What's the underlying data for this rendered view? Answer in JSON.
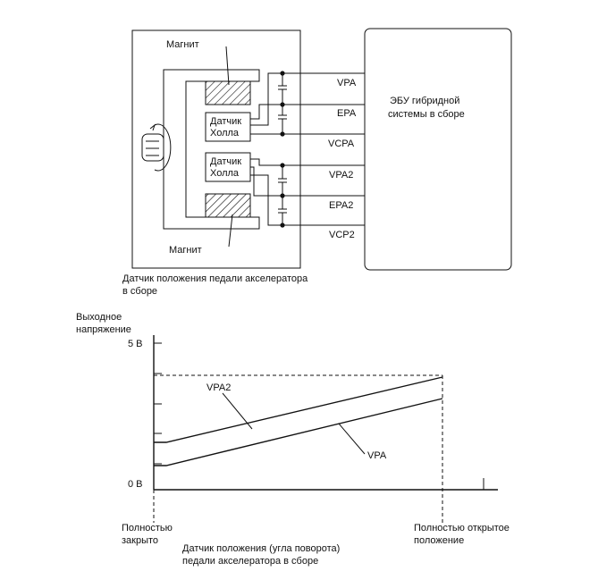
{
  "schematic": {
    "magnet_top": "Магнит",
    "magnet_bottom": "Магнит",
    "hall_sensor_1": [
      "Датчик",
      "Холла"
    ],
    "hall_sensor_2": [
      "Датчик",
      "Холла"
    ],
    "signals": [
      "VPA",
      "EPA",
      "VCPA",
      "VPA2",
      "EPA2",
      "VCP2"
    ],
    "ecu_label": [
      "ЭБУ гибридной",
      "системы в сборе"
    ],
    "assembly_caption": [
      "Датчик положения педали акселератора",
      "в сборе"
    ]
  },
  "graph": {
    "y_axis_title": [
      "Выходное",
      "напряжение"
    ],
    "y_max_label": "5 В",
    "y_zero_label": "0 В",
    "curve_upper_label": "VPA2",
    "curve_lower_label": "VPA",
    "x_left_label": [
      "Полностью",
      "закрыто"
    ],
    "x_right_label": [
      "Полностью открытое",
      "положение"
    ],
    "x_axis_title": [
      "Датчик положения (угла поворота)",
      "педали акселератора в сборе"
    ]
  }
}
